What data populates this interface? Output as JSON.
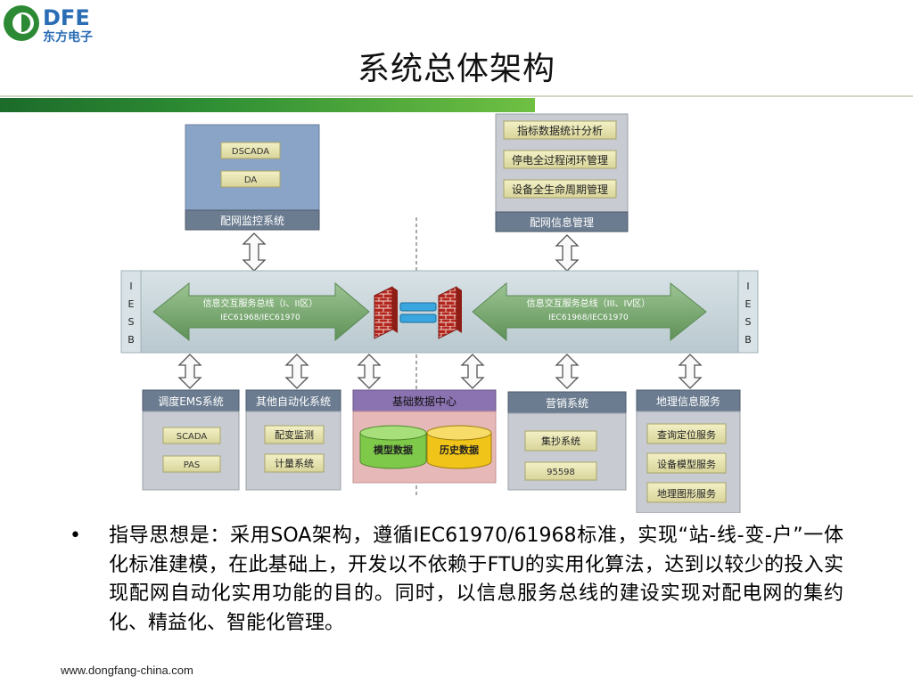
{
  "header": {
    "logo_text": "DFE",
    "logo_subtext": "东方电子",
    "title": "系统总体架构"
  },
  "diagram": {
    "dscada_box": {
      "items": [
        "DSCADA",
        "DA"
      ],
      "label": "配网监控系统"
    },
    "info_mgmt_box": {
      "items": [
        "指标数据统计分析",
        "停电全过程闭环管理",
        "设备全生命周期管理"
      ],
      "label": "配网信息管理"
    },
    "esb_left": [
      "I",
      "E",
      "S",
      "B"
    ],
    "esb_right": [
      "I",
      "E",
      "S",
      "B"
    ],
    "bus_left": {
      "line1": "信息交互服务总线（I、II区）",
      "line2": "IEC61968/IEC61970"
    },
    "bus_right": {
      "line1": "信息交互服务总线（III、IV区）",
      "line2": "IEC61968/IEC61970"
    },
    "bottom_boxes": [
      {
        "label": "调度EMS系统",
        "items": [
          "SCADA",
          "PAS"
        ]
      },
      {
        "label": "其他自动化系统",
        "items": [
          "配变监测",
          "计量系统"
        ]
      },
      {
        "label": "基础数据中心",
        "items": [
          "模型数据",
          "历史数据"
        ]
      },
      {
        "label": "营销系统",
        "items": [
          "集抄系统",
          "95598"
        ]
      },
      {
        "label": "地理信息服务",
        "items": [
          "查询定位服务",
          "设备模型服务",
          "地理图形服务"
        ]
      }
    ],
    "colors": {
      "blue_box": "#8aa4c8",
      "gray_box": "#c8ccd2",
      "header": "#6b7c90",
      "bus": "#c5d3d9",
      "arrow": "#7fa97a",
      "firewall": "#b22222",
      "db_green": "#7ec94a",
      "db_yellow": "#f0c419",
      "pink_box": "#e6b8b8",
      "purple_header": "#8b72b0"
    }
  },
  "bullet": "指导思想是：采用SOA架构，遵循IEC61970/61968标准，实现“站-线-变-户”一体化标准建模，在此基础上，开发以不依赖于FTU的实用化算法，达到以较少的投入实现配网自动化实用功能的目的。同时，以信息服务总线的建设实现对配电网的集约化、精益化、智能化管理。",
  "bullet_marker": "•",
  "footer": {
    "url": "www.dongfang-china.com"
  }
}
